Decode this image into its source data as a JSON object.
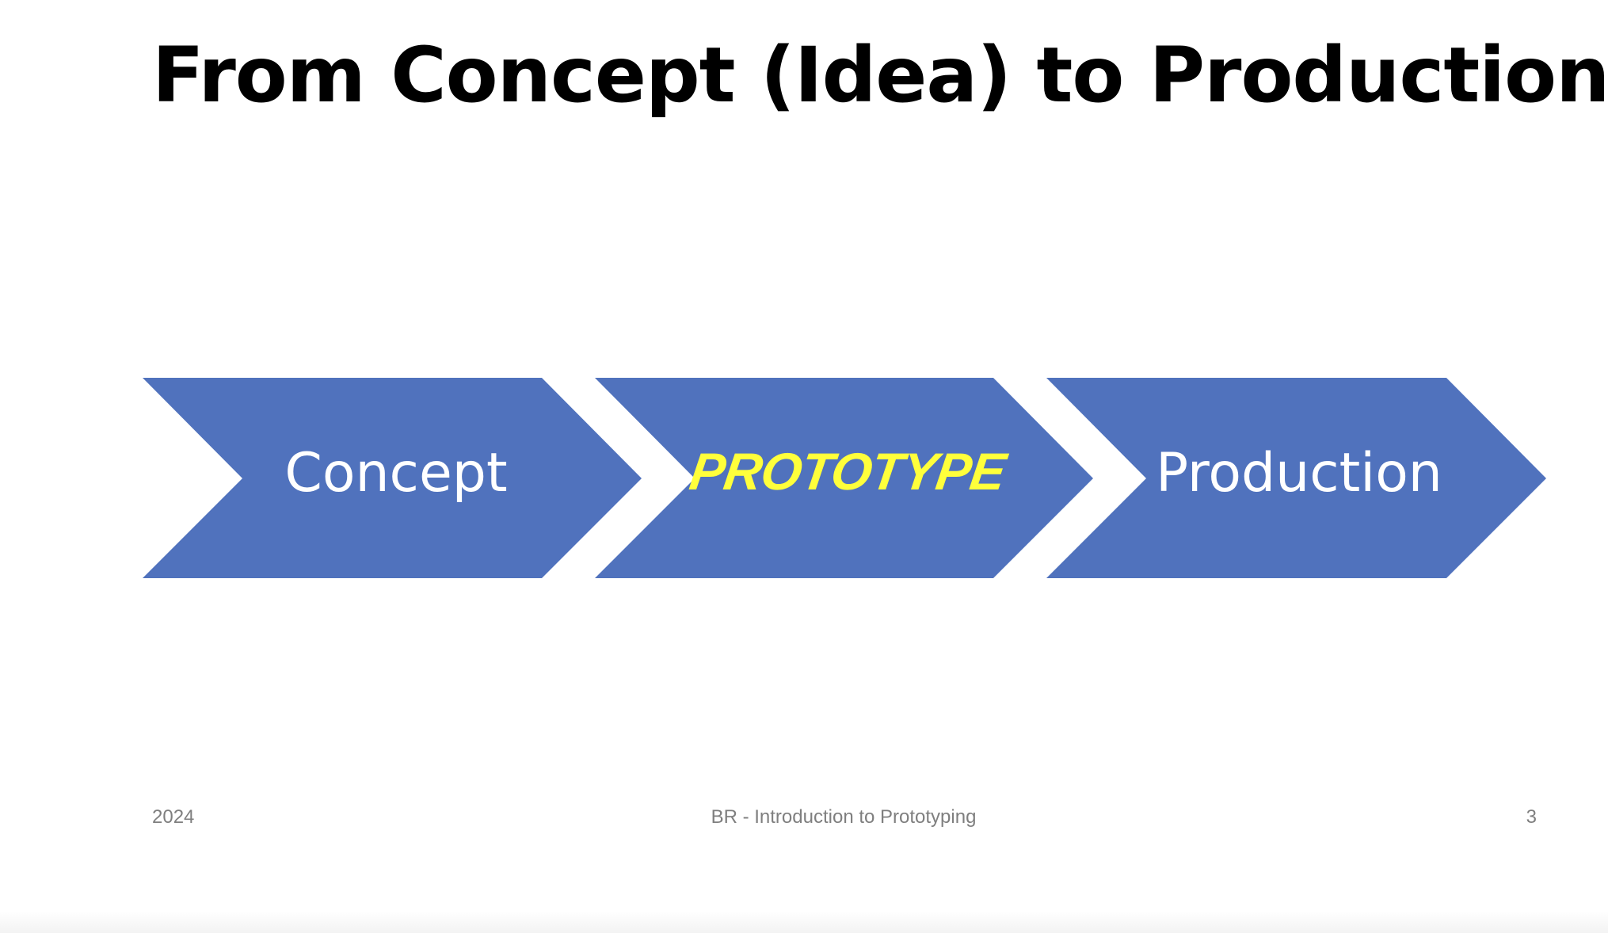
{
  "slide": {
    "title": "From Concept (Idea) to Production"
  },
  "process": {
    "fill_color": "#5072bd",
    "steps": [
      {
        "label": "Concept",
        "text_color": "#ffffff"
      },
      {
        "label": "PROTOTYPE",
        "text_color": "#ffff3b"
      },
      {
        "label": "Production",
        "text_color": "#ffffff"
      }
    ]
  },
  "footer": {
    "date": "2024",
    "center_text": "BR - Introduction to Prototyping",
    "page_number": "3"
  }
}
